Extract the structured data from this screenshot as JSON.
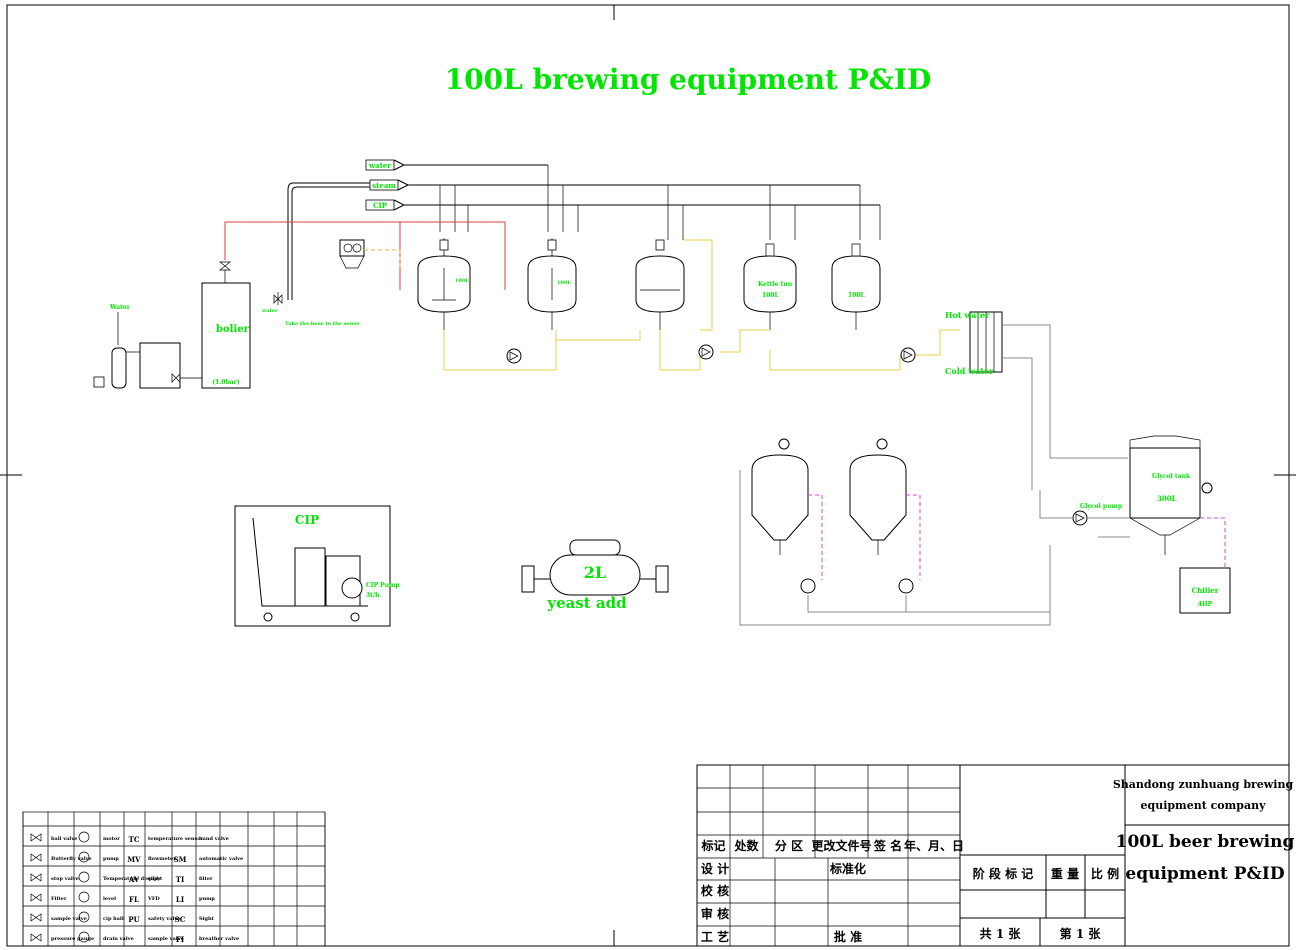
{
  "title": "100L brewing equipment P&ID",
  "utilities": {
    "water": "water",
    "steam": "steam",
    "cip": "CIP"
  },
  "equipment": {
    "boiler": "bolier",
    "boiler_note": "(1.0bar)",
    "take_hose": "Take the hose to the sewer",
    "water_source": "water",
    "water_label": "Water",
    "mash_tun": "100L",
    "lauter_tun": "100L",
    "kettle_tun": "Kettle tun",
    "kettle_vol": "100L",
    "whirlpool_vol": "100L",
    "hot_water": "Hot water",
    "cold_water": "Cold water",
    "glycol_tank": "Glycol tank",
    "glycol_vol": "300L",
    "glycol_pump": "Glycol pump",
    "chiller": "Chiller",
    "chiller_hp": "4HP"
  },
  "cip_cart": {
    "title": "CIP",
    "pump": "CIP Pump",
    "pump_rate": "3t/h"
  },
  "yeast": {
    "volume": "2L",
    "label": "yeast add"
  },
  "title_block": {
    "company": "Shandong zunhuang brewing equipment company",
    "company_line1": "Shandong zunhuang brewing",
    "company_line2": "equipment company",
    "drawing_line1": "100L beer brewing",
    "drawing_line2": "equipment P&ID",
    "row_marks": [
      "标记",
      "处数",
      "分 区",
      "更改文件号",
      "签 名",
      "年、月、日"
    ],
    "design": "设 计",
    "standard": "标准化",
    "check": "校 核",
    "review": "审 核",
    "process": "工 艺",
    "approve": "批 准",
    "stage": "阶 段 标 记",
    "weight": "重 量",
    "ratio": "比 例",
    "sheets": "共 1 张",
    "sheet_no": "第 1 张"
  },
  "legend": {
    "rows": [
      [
        "ball valve",
        "motor",
        "temperature sensor",
        "hand valve"
      ],
      [
        "Butterfly valve",
        "pump",
        "flowmeter",
        "automatic valve"
      ],
      [
        "stop valve",
        "Temperature display",
        "sight",
        "filter"
      ],
      [
        "Filter",
        "level",
        "VFD",
        "pump"
      ],
      [
        "sample valve",
        "cip ball",
        "safety valve",
        "Sight"
      ],
      [
        "pressure gauge",
        "drain valve",
        "sample valve",
        "breather valve"
      ]
    ],
    "codes": [
      "TC",
      "MV",
      "AV",
      "FL",
      "PU",
      "SM",
      "TI",
      "LI",
      "SC",
      "FI"
    ]
  }
}
